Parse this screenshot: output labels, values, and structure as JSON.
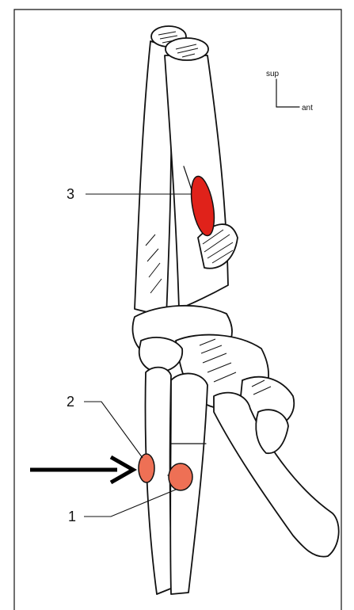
{
  "orientation": {
    "up_label": "sup",
    "right_label": "ant"
  },
  "labels": [
    {
      "id": "1",
      "text": "1"
    },
    {
      "id": "2",
      "text": "2"
    },
    {
      "id": "3",
      "text": "3"
    }
  ],
  "colors": {
    "marker_3": "#e0221a",
    "markers_1_2": "#ee7055",
    "line": "#111111",
    "frame": "#111111",
    "background": "#ffffff"
  },
  "arrow": {
    "points_to": "2"
  }
}
